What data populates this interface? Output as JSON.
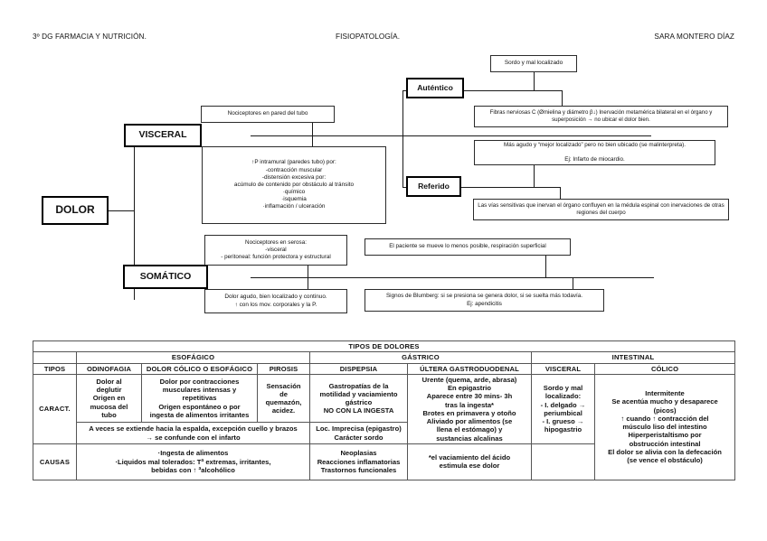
{
  "header": {
    "left": "3º DG FARMACIA Y NUTRICIÓN.",
    "middle": "FISIOPATOLOGÍA.",
    "right": "SARA MONTERO DÍAZ"
  },
  "diagram": {
    "root": "DOLOR",
    "visceral": "VISCERAL",
    "somatico": "SOMÁTICO",
    "autentico": "Auténtico",
    "referido": "Referido",
    "nociceptores_pared": "Nociceptores en pared del tubo",
    "visceral_detalle": "↑P intramural (paredes tubo) por:\n-contracción muscular\n-distensión excesiva por:\nacúmulo de contenido por obstáculo al tránsito\n·químico\n·isquemia\n·inflamación / ulceración",
    "autentico_sordo": "Sordo y mal localizado",
    "autentico_fibras": "Fibras nerviosas C (Ømielina y diámetro β↓) Inervación metamérica bilateral en el órgano y superposición → no ubicar el dolor bien.",
    "referido_agudo": "Más agudo y “mejor localizado” pero no bien ubicado (se malinterpreta).\n\nEj: Infarto de miocardio.",
    "referido_vias": "Las vías sensitivas que inervan el órgano confluyen en la médula espinal con inervaciones de otras regiones del cuerpo",
    "nociceptores_serosa": "Nociceptores en serosa:\n-visceral\n- peritoneal: función protectora y estructural",
    "somatico_dolor": "Dolor agudo, bien localizado y continuo.\n↑ con los mov. corporales y la P.",
    "somatico_paciente": "El paciente se mueve lo menos posible, respiración superficial",
    "somatico_blumberg": "Signos de Blumberg: si se presiona se genera dolor, si se suelta más todavía.\nEj: apendicitis"
  },
  "table": {
    "title": "TIPOS DE DOLORES",
    "groups": [
      "ESOFÁGICO",
      "GÁSTRICO",
      "INTESTINAL"
    ],
    "columns": [
      "TIPOS",
      "ODINOFAGIA",
      "DOLOR CÓLICO O ESOFÁGICO",
      "PIROSIS",
      "DISPEPSIA",
      "ÚLTERA GASTRODUODENAL",
      "VISCERAL",
      "CÓLICO"
    ],
    "rows": {
      "caract_label": "CARACT.",
      "causas_label": "CAUSAS",
      "caract_top": {
        "odinofagia": "Dolor al\ndeglutir\nOrigen en\nmucosa del\ntubo",
        "colico_esofagico": "Dolor por contracciones\nmusculares intensas y\nrepetitivas\nOrigen espontáneo o por\ningesta de alimentos irritantes",
        "pirosis": "Sensación\nde\nquemazón,\nacidez.",
        "dispepsia": "Gastropatías de la\nmotilidad y vaciamiento\ngástrico\nNO CON LA INGESTA",
        "ulcera": "Urente (quema, arde, abrasa)\nEn epigastrio\nAparece entre 30 mins- 3h\ntras la ingesta*\nBrotes en primavera y otoño\nAliviado por alimentos (se\nllena el estómago) y\nsustancias alcalinas",
        "visceral": "Sordo y mal\nlocalizado:\n- I. delgado →\nperiumbical\n- I. grueso →\nhipogastrio",
        "colico": "Intermitente\nSe acentúa mucho y desaparece\n(picos)\n↑ cuando ↑ contracción del\nmúsculo liso del intestino\nHiperperistaltismo por\nobstrucción intestinal\nEl dolor se alivia con la defecación\n(se vence el obstáculo)"
      },
      "caract_bottom": {
        "esofagico_span": "A veces se extiende hacia la espalda, excepción cuello y brazos\n→ se confunde con el infarto",
        "dispepsia": "Loc. Imprecisa (epigastro)\nCarácter sordo"
      },
      "causas": {
        "esofagico_span": "·Ingesta de alimentos\n·Liquidos mal tolerados: Tª extremas, irritantes,\nbebidas con ↑ ªalcohólico",
        "dispepsia": "Neoplasias\nReacciones inflamatorias\nTrastornos funcionales",
        "ulcera": "*el vaciamiento del ácido\nestimula ese dolor"
      }
    }
  }
}
